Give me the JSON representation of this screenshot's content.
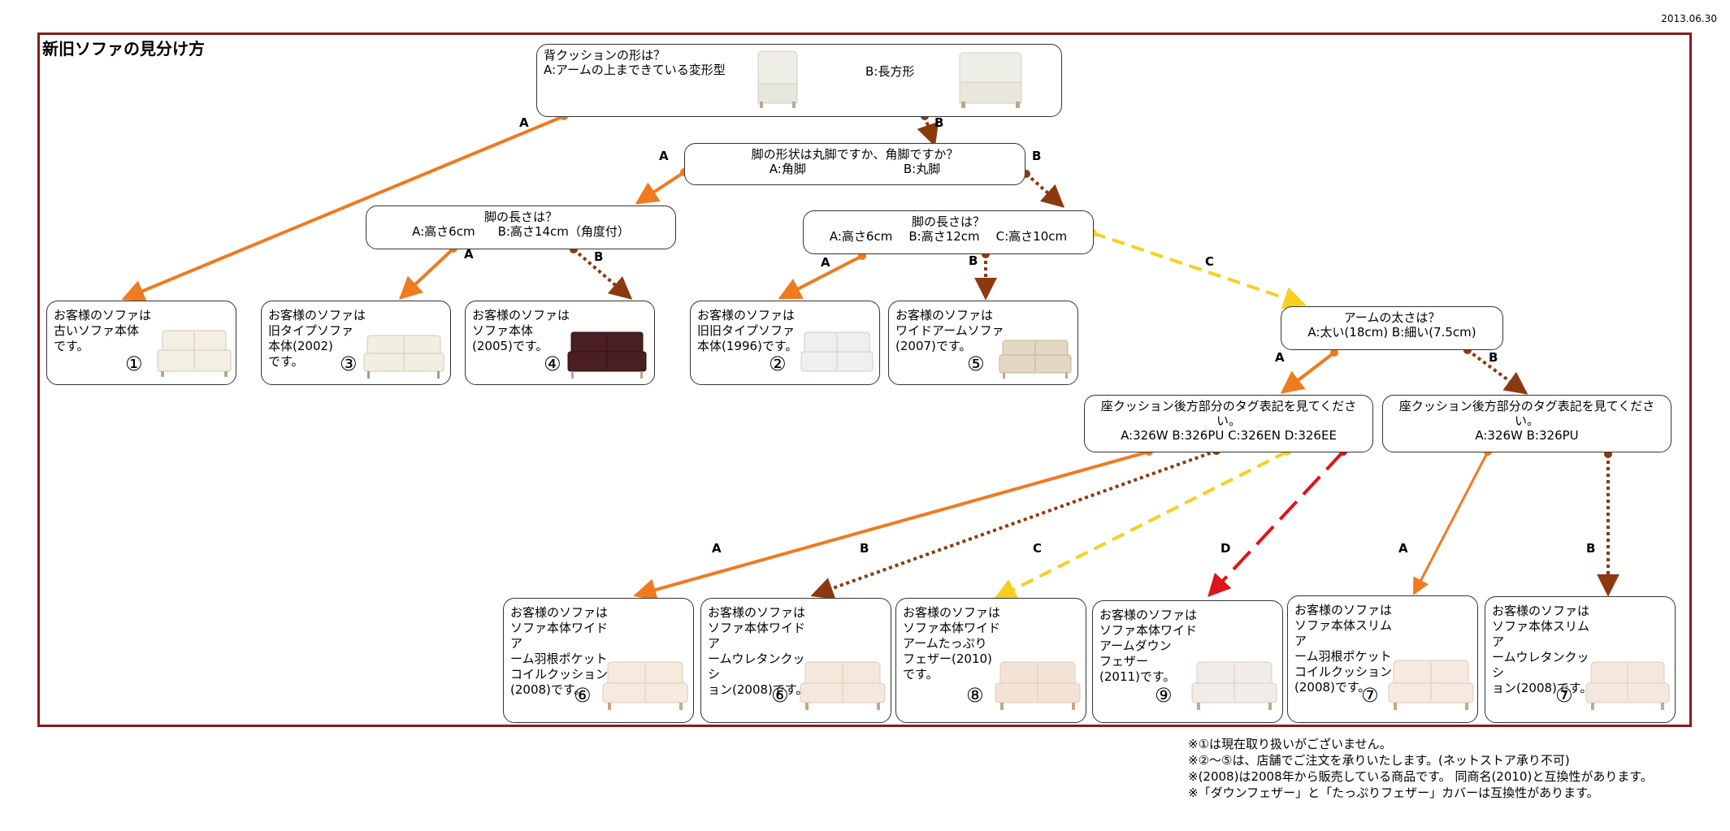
{
  "date": "2013.06.30",
  "title": "新旧ソファの見分け方",
  "colors": {
    "frame": "#8b1a1a",
    "A": "#f07a1e",
    "B": "#8b3a0f",
    "C": "#f5d020",
    "D": "#e0121a"
  },
  "q1": {
    "text": "背クッションの形は？",
    "optA": "A:アームの上まできている変形型",
    "optB": "B:長方形"
  },
  "q2": {
    "text": "脚の形状は丸脚ですか、角脚ですか？",
    "optA": "A:角脚",
    "optB": "B:丸脚"
  },
  "q3": {
    "text": "脚の長さは？",
    "optA": "A:高さ6cm",
    "optB": "B:高さ14cm（角度付）"
  },
  "q4": {
    "text": "脚の長さは？",
    "optA": "A:高さ6cm",
    "optB": "B:高さ12cm",
    "optC": "C:高さ10cm"
  },
  "q5": {
    "text": "アームの太さは？",
    "opts": "A:太い(18cm)  B:細い(7.5cm)"
  },
  "q6": {
    "text": "座クッション後方部分のタグ表記を見てください。",
    "opts": "A:326W  B:326PU  C:326EN  D:326EE"
  },
  "q7": {
    "text": "座クッション後方部分のタグ表記を見てください。",
    "opts": "A:326W  B:326PU"
  },
  "edge_labels": {
    "q1a": "A",
    "q1b": "B",
    "q2a": "A",
    "q2b": "B",
    "q3a": "A",
    "q3b": "B",
    "q4a": "A",
    "q4b": "B",
    "q4c": "C",
    "q5a": "A",
    "q5b": "B",
    "q6a": "A",
    "q6b": "B",
    "q6c": "C",
    "q6d": "D",
    "q7a": "A",
    "q7b": "B"
  },
  "results": [
    {
      "text": "お客様のソファは\n古いソファ本体\nです。",
      "num": "①",
      "sofa_color": "#f3efe2"
    },
    {
      "text": "お客様のソファは\n旧タイプソファ\n本体(2002)\nです。",
      "num": "③",
      "sofa_color": "#f2eee0"
    },
    {
      "text": "お客様のソファは\nソファ本体\n(2005)です。",
      "num": "④",
      "sofa_color": "#4a1f22"
    },
    {
      "text": "お客様のソファは\n旧旧タイプソファ\n本体(1996)です。",
      "num": "②",
      "sofa_color": "#eef0ef"
    },
    {
      "text": "お客様のソファは\nワイドアームソファ\n(2007)です。",
      "num": "⑤",
      "sofa_color": "#e3d7c4"
    },
    {
      "text": "お客様のソファは\nソファ本体ワイドア\nーム羽根ポケット\nコイルクッション\n(2008)です。",
      "num": "⑥",
      "sofa_color": "#f6eadf"
    },
    {
      "text": "お客様のソファは\nソファ本体ワイドア\nームウレタンクッシ\nョン(2008)です。",
      "num": "⑥",
      "sofa_color": "#f4e7dc"
    },
    {
      "text": "お客様のソファは\nソファ本体ワイド\nアームたっぷり\nフェザー(2010)\nです。",
      "num": "⑧",
      "sofa_color": "#f3e3d6"
    },
    {
      "text": "お客様のソファは\nソファ本体ワイド\nアームダウン\nフェザー\n(2011)です。",
      "num": "⑨",
      "sofa_color": "#f1ece8"
    },
    {
      "text": "お客様のソファは\nソファ本体スリムア\nーム羽根ポケット\nコイルクッション\n(2008)です。",
      "num": "⑦",
      "sofa_color": "#f6e9df"
    },
    {
      "text": "お客様のソファは\nソファ本体スリムア\nームウレタンクッシ\nョン(2008)です。",
      "num": "⑦",
      "sofa_color": "#f4e8de"
    }
  ],
  "notes": [
    "※①は現在取り扱いがございません。",
    "※②～⑤は、店舗でご注文を承りいたします。(ネットストア承り不可)",
    "※(2008)は2008年から販売している商品です。 同商名(2010)と互換性があります。",
    "※「ダウンフェザー」と「たっぷりフェザー」カバーは互換性があります。"
  ]
}
